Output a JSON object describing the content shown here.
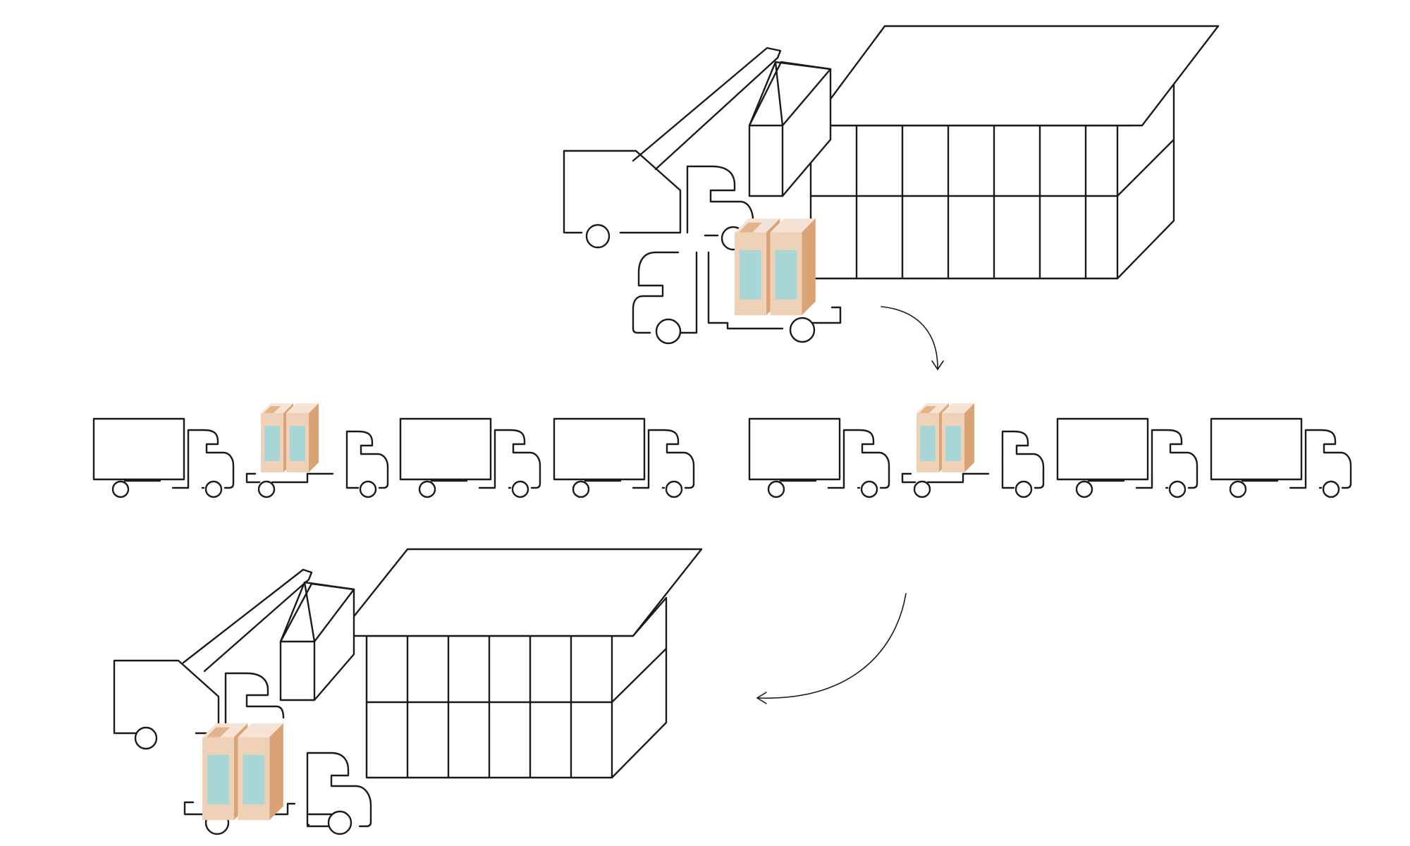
{
  "diagram": {
    "colors": {
      "line": "#1a1a1a",
      "background": "#ffffff",
      "module_face": "#efd1b8",
      "module_side": "#d9a376",
      "module_top": "#f5e4d6",
      "module_window": "#a8d6d6"
    },
    "stages": [
      {
        "name": "loading-at-factory",
        "icons": [
          "factory-building-icon",
          "crane-truck-icon",
          "module-truck-icon",
          "module-pair-icon"
        ]
      },
      {
        "name": "road-transport",
        "icons": [
          "truck-convoy-icon",
          "module-truck-icon",
          "empty-box-truck-icon"
        ]
      },
      {
        "name": "installation-on-site",
        "icons": [
          "building-icon",
          "crane-truck-icon",
          "module-truck-icon",
          "module-pair-icon"
        ]
      }
    ],
    "convoys": [
      {
        "name": "convoy-left",
        "trucks": [
          "empty",
          "module",
          "empty",
          "empty"
        ]
      },
      {
        "name": "convoy-right",
        "trucks": [
          "empty",
          "module",
          "empty",
          "empty"
        ]
      }
    ],
    "flow_arrows": [
      "stage-1-to-2",
      "stage-2-to-3"
    ]
  }
}
